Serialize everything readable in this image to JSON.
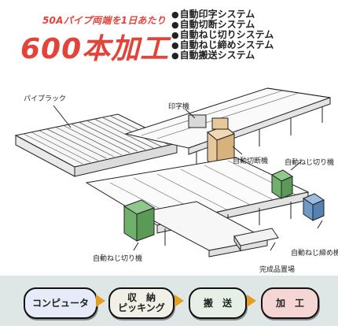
{
  "header": {
    "subtitle": "50Aパイプ両端を1日あたり",
    "title": "600本加工",
    "features": [
      "自動印字システム",
      "自動切断システム",
      "自動ねじ切りシステム",
      "自動ねじ締めシステム",
      "自動搬送システム"
    ]
  },
  "labels": {
    "pipe_rack": "パイプラック",
    "printer": "印字機",
    "cutter": "自動切断機",
    "threader_right": "自動ねじ切り機",
    "threader_left": "自動ねじ切り機",
    "tightener": "自動ねじ締め機",
    "storage": "完成品置場"
  },
  "flow": [
    {
      "label1": "コンピュータ",
      "label2": "",
      "color": "#e7eaf8"
    },
    {
      "label1": "収　納",
      "label2": "ピッキング",
      "color": "#f0f0e6"
    },
    {
      "label1": "搬　送",
      "label2": "",
      "color": "#e6efe6"
    },
    {
      "label1": "加　工",
      "label2": "",
      "color": "#f6d5d5"
    }
  ],
  "colors": {
    "accent": "#e2443a",
    "machine_green": "#6fb06a",
    "machine_blue": "#6e98c6",
    "cutter_tan": "#e6c89a",
    "arrow": "#e3a020"
  }
}
